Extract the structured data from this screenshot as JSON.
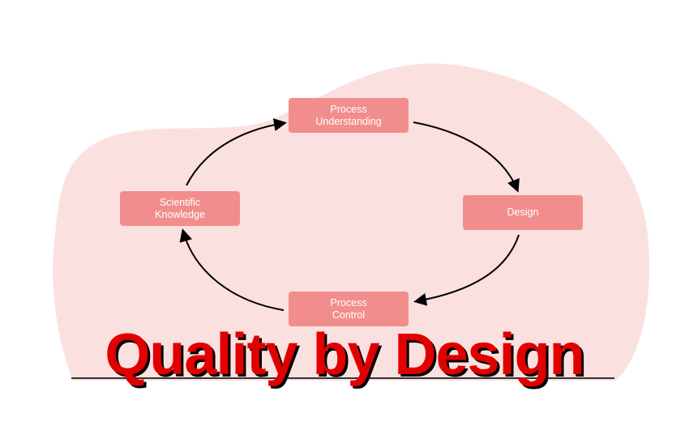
{
  "colors": {
    "blob": "#fbe0e0",
    "box": "#f28d8d",
    "title": "#e00000",
    "shadow": "#000000"
  },
  "nodes": [
    {
      "id": "understanding",
      "label": "Process\nUnderstanding"
    },
    {
      "id": "design",
      "label": "Design"
    },
    {
      "id": "control",
      "label": "Process\nControl"
    },
    {
      "id": "knowledge",
      "label": "Scientific\nKnowledge"
    }
  ],
  "title": "Quality by Design"
}
